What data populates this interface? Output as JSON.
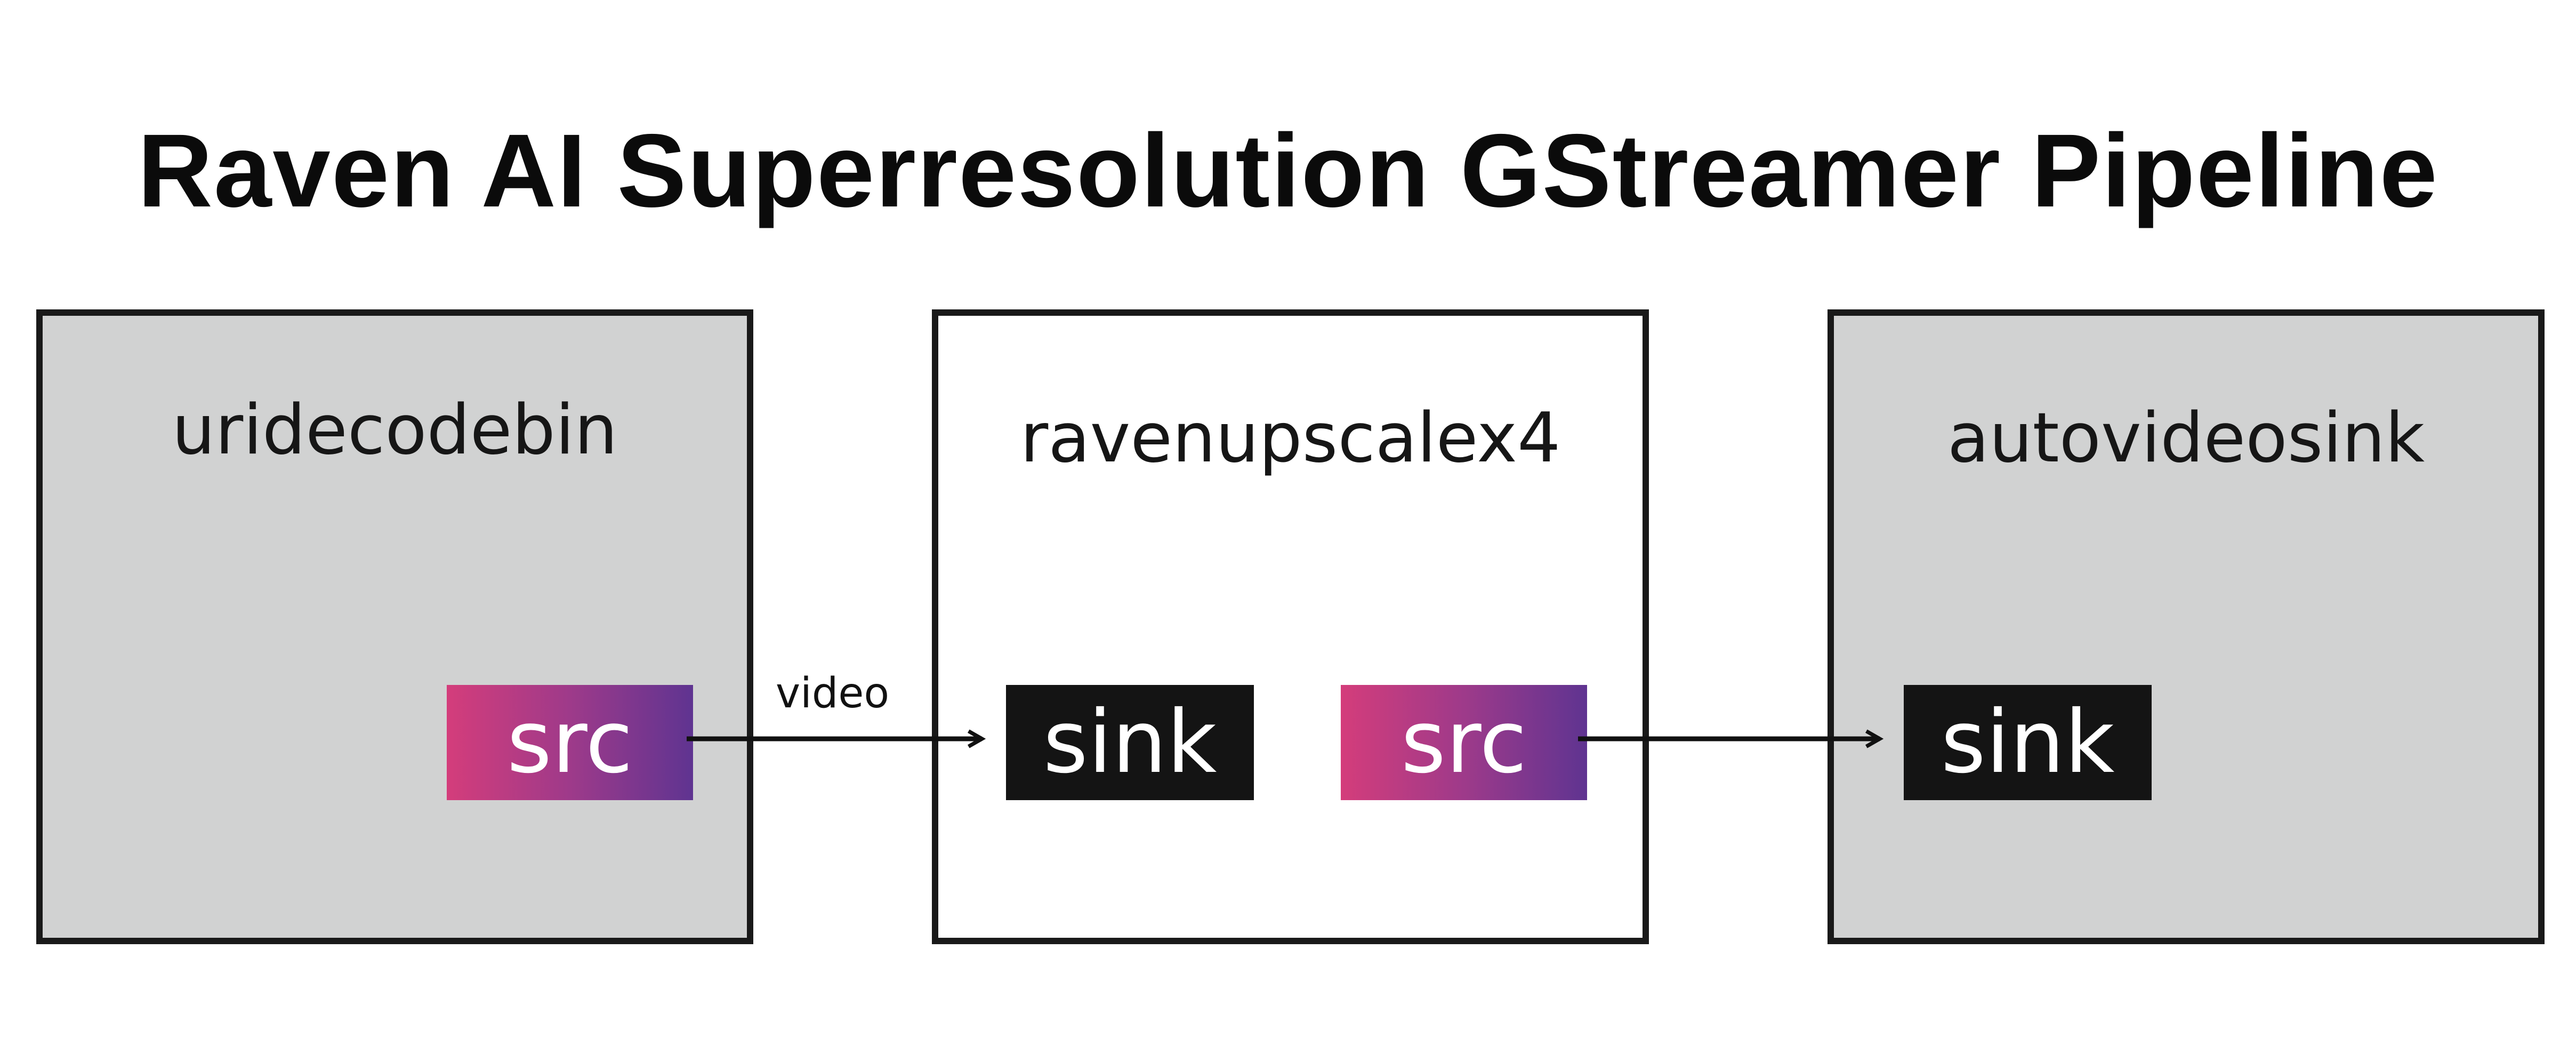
{
  "diagram": {
    "title": "Raven AI Superresolution GStreamer Pipeline",
    "elements": [
      {
        "name": "uridecodebin",
        "fill": "#d1d2d2"
      },
      {
        "name": "ravenupscalex4",
        "fill": "#ffffff"
      },
      {
        "name": "autovideosink",
        "fill": "#d1d2d2"
      }
    ],
    "pads": {
      "uridecodebin_src": "src",
      "ravenupscalex4_sink": "sink",
      "ravenupscalex4_src": "src",
      "autovideosink_sink": "sink"
    },
    "links": [
      {
        "from": "uridecodebin.src",
        "to": "ravenupscalex4.sink",
        "label": "video"
      },
      {
        "from": "ravenupscalex4.src",
        "to": "autovideosink.sink",
        "label": ""
      }
    ],
    "colors": {
      "src_pad_gradient": [
        "#d43d7b",
        "#5f3491"
      ],
      "sink_pad": "#141414",
      "gray_element": "#d1d2d2",
      "border": "#191919"
    }
  }
}
